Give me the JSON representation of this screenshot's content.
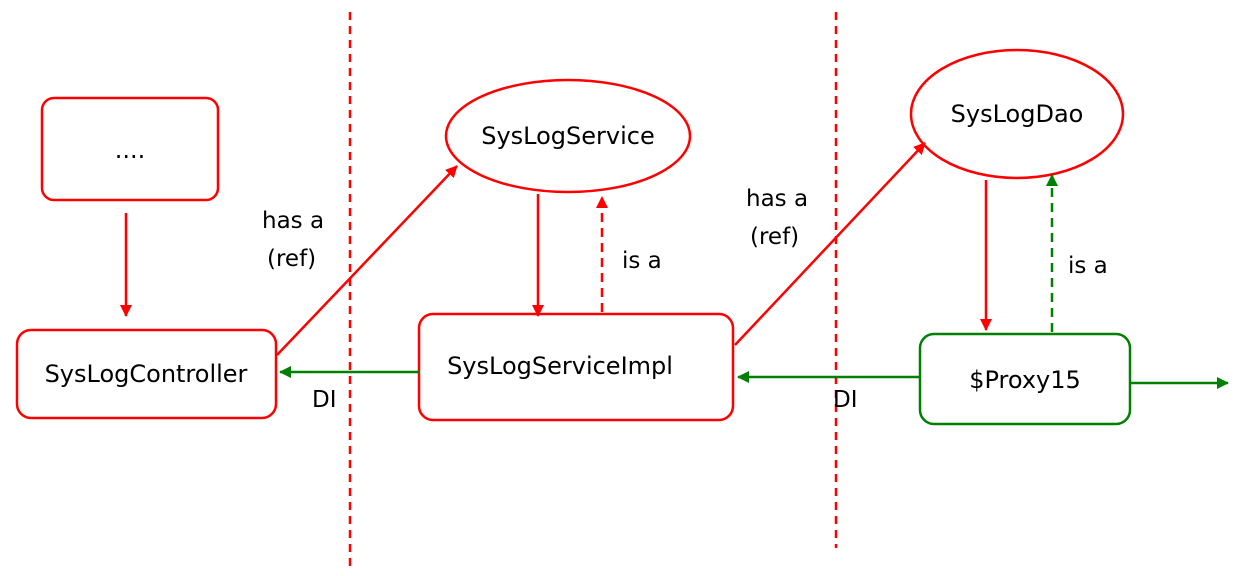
{
  "colors": {
    "red": "#ff0000",
    "green": "#008000",
    "text": "#000000"
  },
  "nodes": {
    "placeholder": {
      "label": "....",
      "shape": "rounded-rect",
      "color": "red"
    },
    "controller": {
      "label": "SysLogController",
      "shape": "rounded-rect",
      "color": "red"
    },
    "service": {
      "label": "SysLogService",
      "shape": "ellipse",
      "color": "red"
    },
    "service_impl": {
      "label": "SysLogServiceImpl",
      "shape": "rounded-rect",
      "color": "red"
    },
    "dao": {
      "label": "SysLogDao",
      "shape": "ellipse",
      "color": "red"
    },
    "proxy": {
      "label": "$Proxy15",
      "shape": "rounded-rect",
      "color": "green"
    }
  },
  "edges": {
    "has_a_1": {
      "line1": "has a",
      "line2": "(ref)"
    },
    "has_a_2": {
      "line1": "has a",
      "line2": "(ref)"
    },
    "is_a_1": {
      "label": "is a"
    },
    "is_a_2": {
      "label": "is a"
    },
    "di_1": {
      "label": "DI"
    },
    "di_2": {
      "label": "DI"
    }
  }
}
